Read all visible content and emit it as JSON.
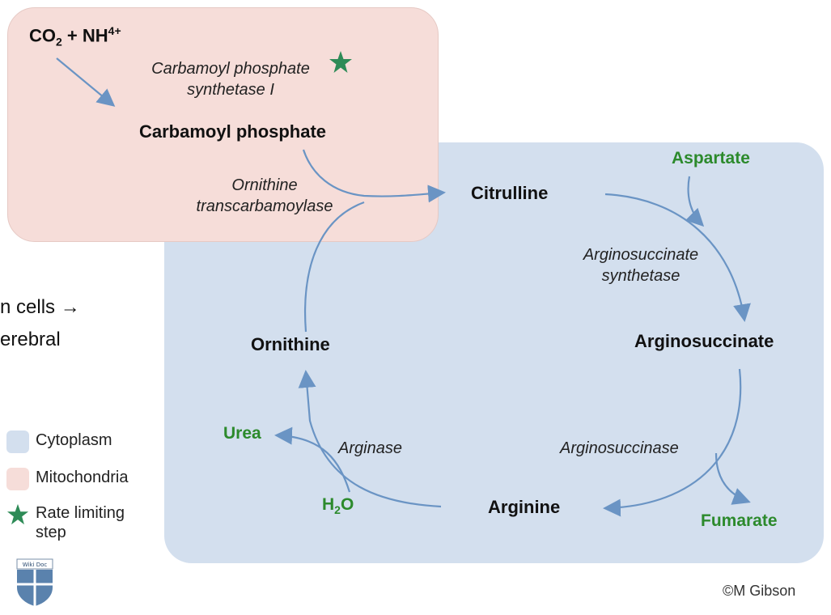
{
  "diagram": {
    "compartments": [
      {
        "name": "Cytoplasm",
        "color": "#d3dfee"
      },
      {
        "name": "Mitochondria",
        "color": "#f6ddd9"
      }
    ],
    "substrate": {
      "prefix": "CO",
      "sub": "2",
      "middle": " + NH",
      "sup": "4+"
    },
    "metabolites": {
      "carbamoyl_phosphate": "Carbamoyl phosphate",
      "citrulline": "Citrulline",
      "arginosuccinate": "Arginosuccinate",
      "arginine": "Arginine",
      "ornithine": "Ornithine"
    },
    "enzymes": {
      "cps1_line1": "Carbamoyl phosphate",
      "cps1_line2": "synthetase I",
      "otc_line1": "Ornithine",
      "otc_line2": "transcarbamoylase",
      "ass_line1": "Arginosuccinate",
      "ass_line2": "synthetase",
      "asl": "Arginosuccinase",
      "arginase": "Arginase"
    },
    "side_products": {
      "aspartate": "Aspartate",
      "fumarate": "Fumarate",
      "urea": "Urea",
      "water": {
        "prefix": "H",
        "sub": "2",
        "suffix": "O"
      }
    },
    "colors": {
      "arrow": "#6a94c4",
      "green_text": "#2c8a2c",
      "star": "#2e8b57"
    }
  },
  "legend": {
    "cytoplasm": "Cytoplasm",
    "mitochondria": "Mitochondria",
    "rate_limiting_line1": "Rate limiting",
    "rate_limiting_line2": "step"
  },
  "cropped_text": {
    "line1": "n cells →",
    "line2": "erebral"
  },
  "logo_text": "Wiki Doc",
  "credit": "©M Gibson"
}
